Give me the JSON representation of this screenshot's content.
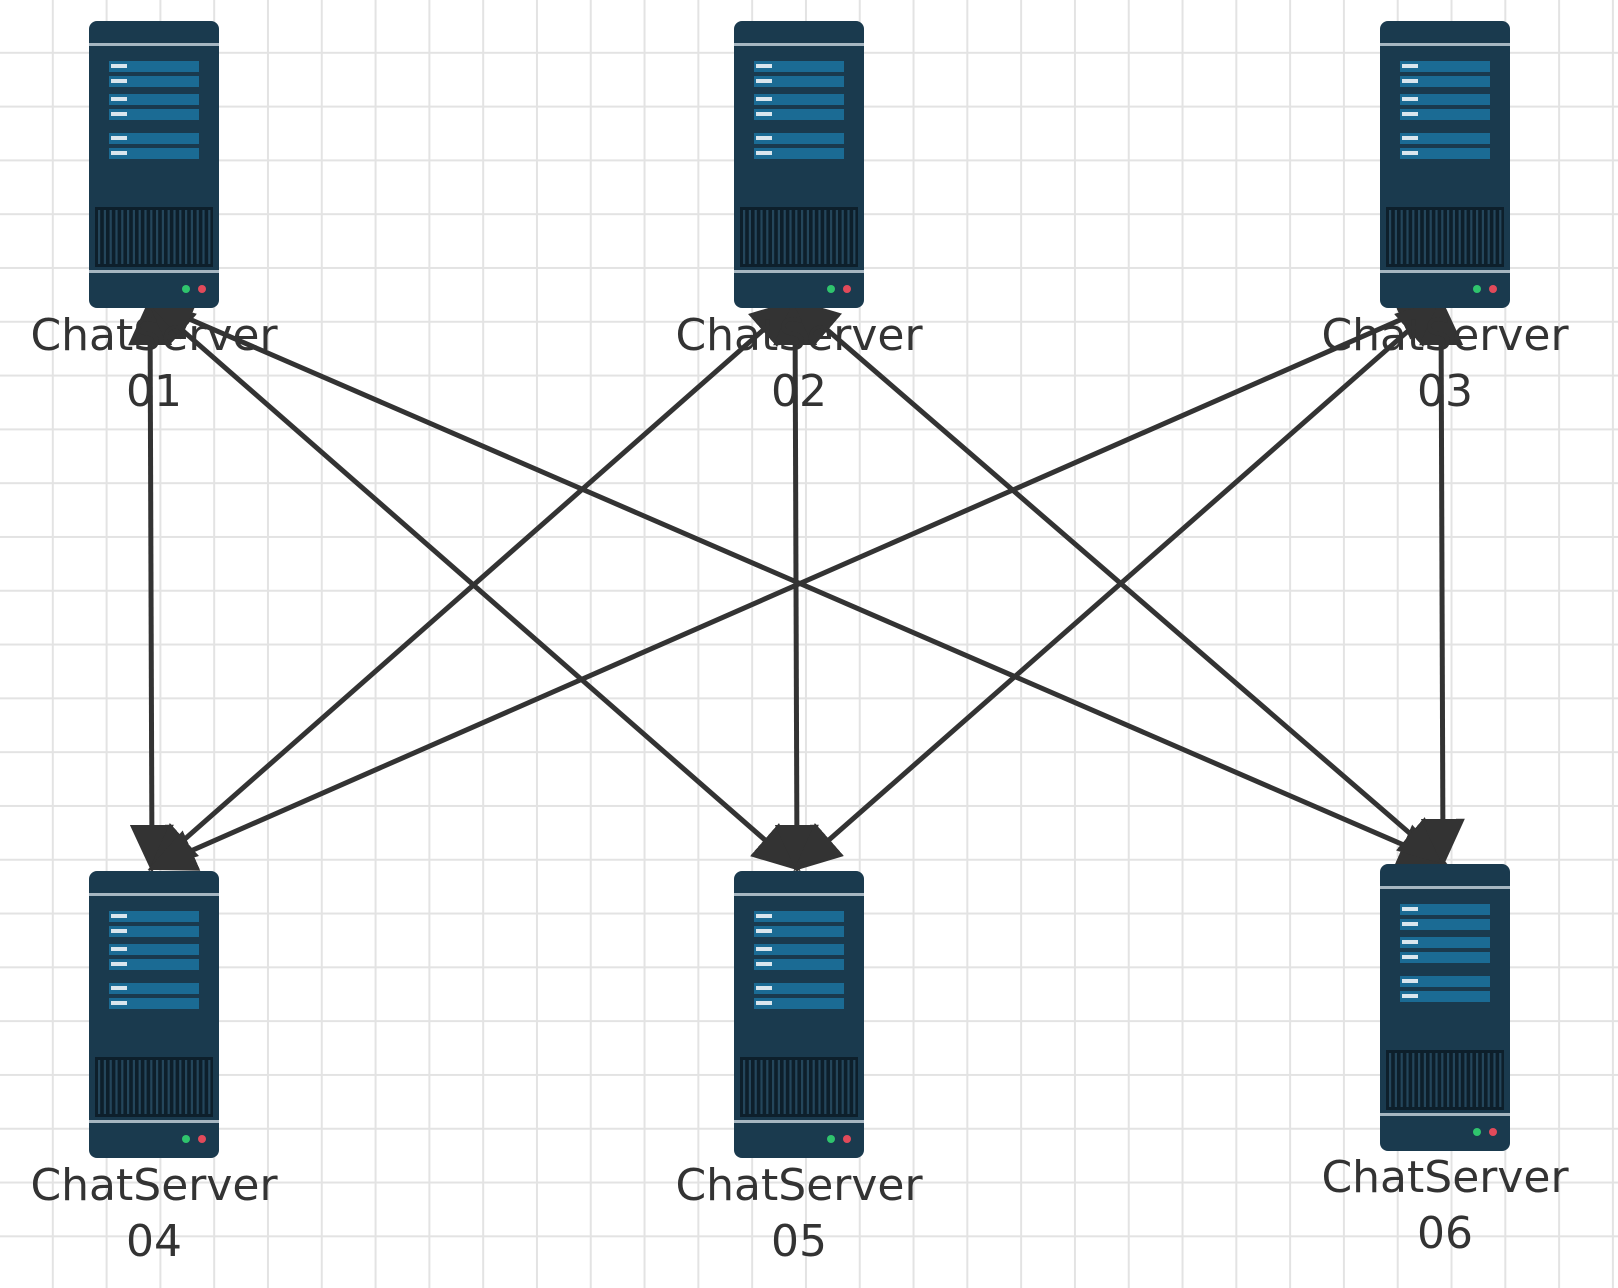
{
  "diagram": {
    "nodes": [
      {
        "id": "s1",
        "name": "ChatServer",
        "number": "01",
        "icon": "server-icon"
      },
      {
        "id": "s2",
        "name": "ChatServer",
        "number": "02",
        "icon": "server-icon"
      },
      {
        "id": "s3",
        "name": "ChatServer",
        "number": "03",
        "icon": "server-icon"
      },
      {
        "id": "s4",
        "name": "ChatServer",
        "number": "04",
        "icon": "server-icon"
      },
      {
        "id": "s5",
        "name": "ChatServer",
        "number": "05",
        "icon": "server-icon"
      },
      {
        "id": "s6",
        "name": "ChatServer",
        "number": "06",
        "icon": "server-icon"
      }
    ],
    "edges": [
      {
        "from": "s1",
        "to": "s4",
        "direction": "both"
      },
      {
        "from": "s1",
        "to": "s5",
        "direction": "both"
      },
      {
        "from": "s1",
        "to": "s6",
        "direction": "both"
      },
      {
        "from": "s2",
        "to": "s4",
        "direction": "both"
      },
      {
        "from": "s2",
        "to": "s5",
        "direction": "both"
      },
      {
        "from": "s2",
        "to": "s6",
        "direction": "both"
      },
      {
        "from": "s3",
        "to": "s4",
        "direction": "both"
      },
      {
        "from": "s3",
        "to": "s5",
        "direction": "both"
      },
      {
        "from": "s3",
        "to": "s6",
        "direction": "both"
      }
    ],
    "colors": {
      "server_body": "#1a3a4e",
      "server_bezel": "#15303f",
      "server_panel": "#1b6b94",
      "server_vent": "#0d1f2b",
      "led_green": "#2fc46d",
      "led_red": "#e24a5a",
      "edge": "#333333",
      "label": "#333333",
      "grid": "#e3e3e3"
    }
  }
}
